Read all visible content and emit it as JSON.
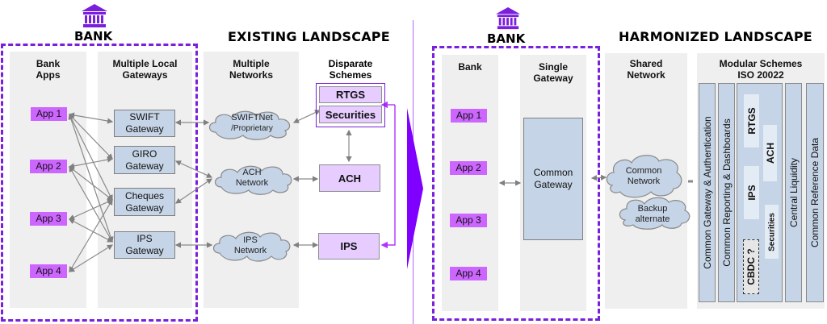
{
  "left": {
    "bank_label": "BANK",
    "title": "EXISTING LANDSCAPE",
    "columns": {
      "bank_apps": "Bank\nApps",
      "gateways": "Multiple Local\nGateways",
      "networks": "Multiple\nNetworks",
      "schemes": "Disparate\nSchemes"
    },
    "apps": [
      "App 1",
      "App 2",
      "App 3",
      "App 4"
    ],
    "gateways": [
      {
        "line1": "SWIFT",
        "line2": "Gateway"
      },
      {
        "line1": "GIRO",
        "line2": "Gateway"
      },
      {
        "line1": "Cheques",
        "line2": "Gateway"
      },
      {
        "line1": "IPS",
        "line2": "Gateway"
      }
    ],
    "networks": [
      {
        "line1": "SWIFTNet",
        "line2": "/Proprietary"
      },
      {
        "line1": "ACH",
        "line2": "Network"
      },
      {
        "line1": "IPS",
        "line2": "Network"
      }
    ],
    "schemes": [
      "RTGS",
      "Securities",
      "ACH",
      "IPS"
    ]
  },
  "right": {
    "bank_label": "BANK",
    "title": "HARMONIZED LANDSCAPE",
    "columns": {
      "bank": "Bank",
      "gateway": "Single\nGateway",
      "network": "Shared\nNetwork",
      "schemes": "Modular Schemes\nISO 20022"
    },
    "apps": [
      "App 1",
      "App 2",
      "App 3",
      "App 4"
    ],
    "common_gateway": {
      "line1": "Common",
      "line2": "Gateway"
    },
    "common_network": {
      "line1": "Common",
      "line2": "Network"
    },
    "backup_network": {
      "line1": "Backup",
      "line2": "alternate"
    },
    "modules": {
      "common_gateway_auth": "Common Gateway & Authentication",
      "common_reporting": "Common Reporting & Dashboards",
      "central_liquidity": "Central Liquidity",
      "common_reference": "Common Reference Data",
      "schemes": [
        "RTGS",
        "ACH",
        "IPS",
        "Securities"
      ],
      "cbdc": "CBDC ?"
    }
  },
  "colors": {
    "accent": "#7a1fdb",
    "app": "#cc66ff",
    "gateway": "#c5d4e6",
    "scheme": "#e6ccff",
    "column_bg": "#efefef"
  }
}
